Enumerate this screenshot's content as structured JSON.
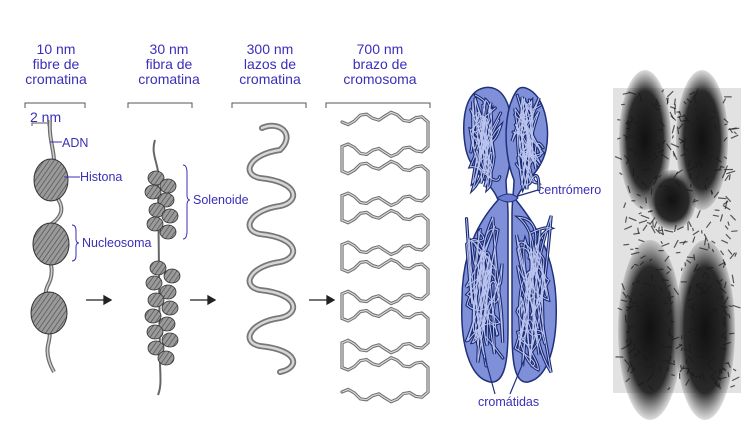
{
  "stages": [
    {
      "size": "10 nm",
      "line1": "fibre de",
      "line2": "cromatina"
    },
    {
      "size": "30 nm",
      "line1": "fibra de",
      "line2": "cromatina"
    },
    {
      "size": "300 nm",
      "line1": "lazos de",
      "line2": "cromatina"
    },
    {
      "size": "700 nm",
      "line1": "brazo de",
      "line2": "cromosoma"
    }
  ],
  "annotations": {
    "dna_width": "2 nm",
    "dna": "ADN",
    "histone": "Histona",
    "nucleosome": "Nucleosoma",
    "solenoid": "Solenoide",
    "centromere": "centrómero",
    "chromatids": "cromátidas"
  },
  "colors": {
    "label_text": "#3a2fb8",
    "chromatin_gray": "#8a8a8a",
    "chromosome_fill": "#7f8fd8",
    "chromosome_outline": "#20307a",
    "photo_dark": "#1e1e1e"
  }
}
